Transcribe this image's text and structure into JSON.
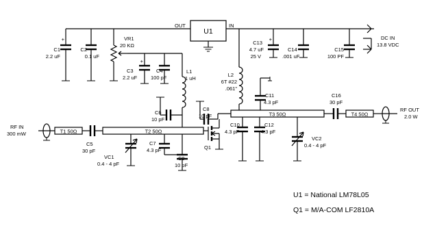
{
  "ic": {
    "u1": {
      "ref": "U1",
      "out": "OUT",
      "in": "IN"
    }
  },
  "ports": {
    "dc_in": {
      "title": "DC IN",
      "value": "13.8 VDC"
    },
    "rf_in": {
      "title": "RF IN",
      "value": "300 mW"
    },
    "rf_out": {
      "title": "RF OUT",
      "value": "2.0 W"
    }
  },
  "components": {
    "c1": {
      "ref": "C1",
      "value": "2.2 uF",
      "pol": "+"
    },
    "c2": {
      "ref": "C2",
      "value": "0.1 uF"
    },
    "vr1": {
      "ref": "VR1",
      "value": "20 KΩ"
    },
    "c3": {
      "ref": "C3",
      "value": "2.2 uF",
      "pol": "+"
    },
    "c4": {
      "ref": "C4",
      "value": "100 pF"
    },
    "l1": {
      "ref": "L1",
      "value": "1 uH"
    },
    "l2": {
      "ref": "L2",
      "value1": "6T #22",
      "value2": ".061\""
    },
    "c13": {
      "ref": "C13",
      "value1": "4.7 uF",
      "value2": "25 V",
      "pol": "+"
    },
    "c14": {
      "ref": "C14",
      "value": ".001 uF"
    },
    "c15": {
      "ref": "C15",
      "value": "100 PF"
    },
    "c11": {
      "ref": "C11",
      "value": "4.3 pF"
    },
    "c16": {
      "ref": "C16",
      "value": "30 pF"
    },
    "t4": {
      "ref": "T4 50Ω"
    },
    "c6": {
      "ref": "C6",
      "value": "10 pF"
    },
    "c8": {
      "ref": "C8",
      "value": "10 pF"
    },
    "t3": {
      "ref": "T3 50Ω"
    },
    "c10": {
      "ref": "C10",
      "value": "4.3 pF"
    },
    "c12": {
      "ref": "C12",
      "value": "4.3 pF"
    },
    "vc2": {
      "ref": "VC2",
      "value": "0.4 - 4 pF"
    },
    "t1": {
      "ref": "T1 50Ω"
    },
    "t2": {
      "ref": "T2 50Ω"
    },
    "c5": {
      "ref": "C5",
      "value": "30 pF"
    },
    "c7": {
      "ref": "C7",
      "value": "4.3 pF"
    },
    "c9": {
      "ref": "C9",
      "value": "10 pF"
    },
    "q1": {
      "ref": "Q1"
    },
    "vc1": {
      "ref": "VC1",
      "value": "0.4 - 4 pF"
    }
  },
  "legend": {
    "u1": "U1 = National LM78L05",
    "q1": "Q1 = M/A-COM LF2810A"
  }
}
